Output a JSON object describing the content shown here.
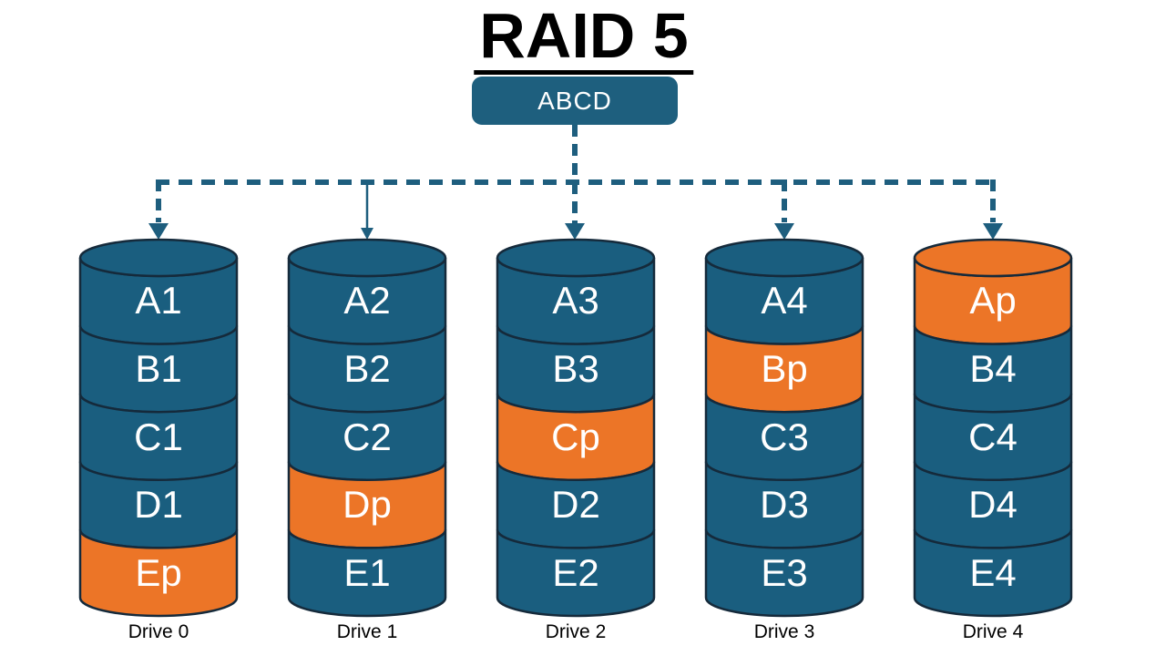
{
  "title": "RAID 5",
  "source_box": {
    "label": "ABCD"
  },
  "colors": {
    "background": "#FFFFFF",
    "data_block": "#1A5E7F",
    "parity_block": "#EC7527",
    "outline": "#152A3B",
    "connector": "#1E5E7E",
    "box_fill": "#1E5F7E",
    "box_text": "#FFFFFF",
    "segment_text": "#FFFFFF",
    "title_text": "#000000",
    "caption_text": "#000000"
  },
  "drives": [
    {
      "caption": "Drive 0",
      "segments": [
        {
          "label": "A1",
          "type": "data"
        },
        {
          "label": "B1",
          "type": "data"
        },
        {
          "label": "C1",
          "type": "data"
        },
        {
          "label": "D1",
          "type": "data"
        },
        {
          "label": "Ep",
          "type": "parity"
        }
      ]
    },
    {
      "caption": "Drive 1",
      "segments": [
        {
          "label": "A2",
          "type": "data"
        },
        {
          "label": "B2",
          "type": "data"
        },
        {
          "label": "C2",
          "type": "data"
        },
        {
          "label": "Dp",
          "type": "parity"
        },
        {
          "label": "E1",
          "type": "data"
        }
      ]
    },
    {
      "caption": "Drive 2",
      "segments": [
        {
          "label": "A3",
          "type": "data"
        },
        {
          "label": "B3",
          "type": "data"
        },
        {
          "label": "Cp",
          "type": "parity"
        },
        {
          "label": "D2",
          "type": "data"
        },
        {
          "label": "E2",
          "type": "data"
        }
      ]
    },
    {
      "caption": "Drive 3",
      "segments": [
        {
          "label": "A4",
          "type": "data"
        },
        {
          "label": "Bp",
          "type": "parity"
        },
        {
          "label": "C3",
          "type": "data"
        },
        {
          "label": "D3",
          "type": "data"
        },
        {
          "label": "E3",
          "type": "data"
        }
      ]
    },
    {
      "caption": "Drive 4",
      "segments": [
        {
          "label": "Ap",
          "type": "parity"
        },
        {
          "label": "B4",
          "type": "data"
        },
        {
          "label": "C4",
          "type": "data"
        },
        {
          "label": "D4",
          "type": "data"
        },
        {
          "label": "E4",
          "type": "data"
        }
      ]
    }
  ]
}
